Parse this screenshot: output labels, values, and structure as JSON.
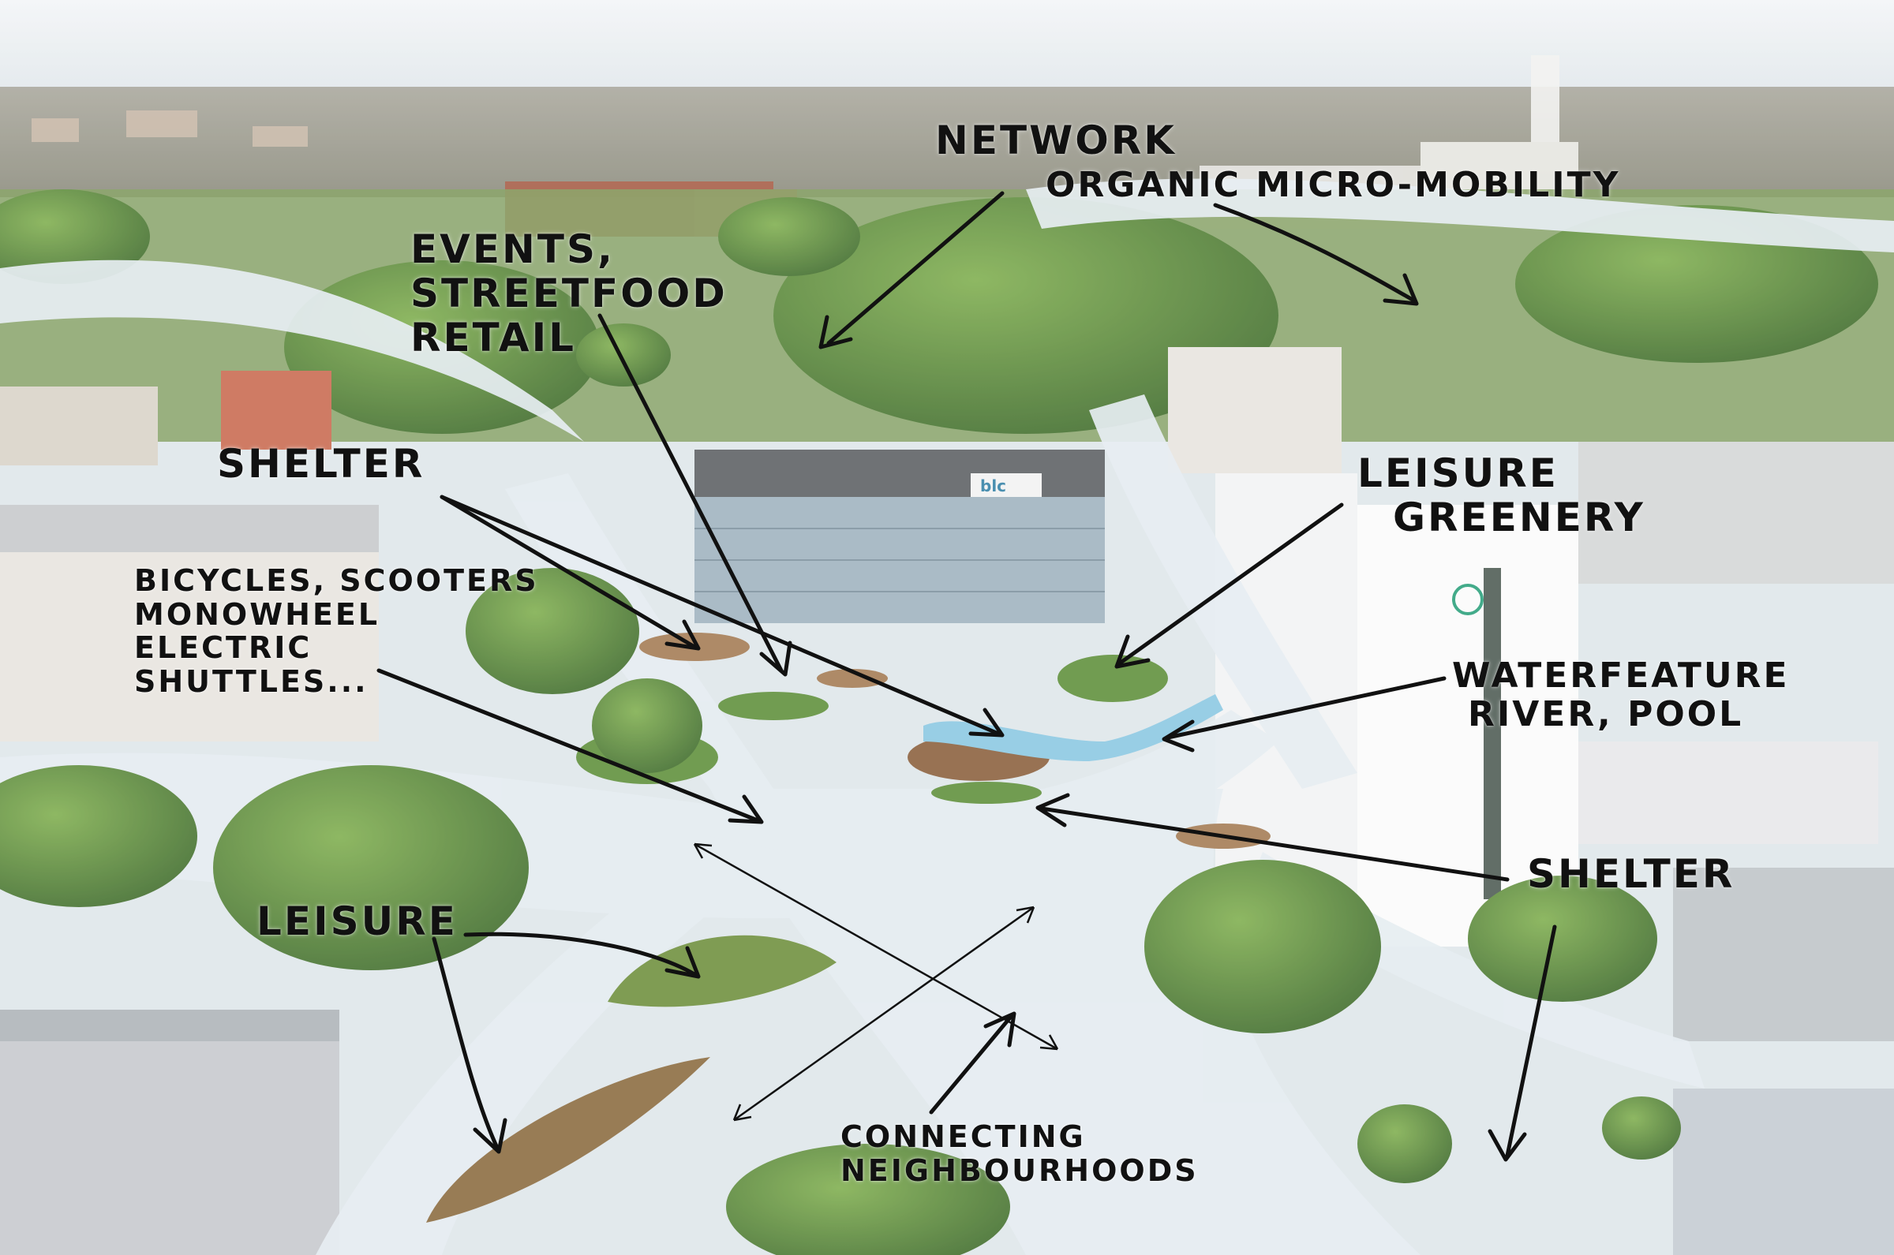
{
  "annotations": {
    "network": [
      "Network",
      "Organic Micro-Mobility"
    ],
    "events": [
      "Events,",
      "Streetfood",
      "Retail"
    ],
    "shelter_left": "Shelter",
    "vehicles": [
      "Bicycles, Scooters",
      "Monowheel",
      "Electric",
      "Shuttles..."
    ],
    "leisure_greenery": [
      "Leisure",
      "Greenery"
    ],
    "water_feature": [
      "Waterfeature",
      "River, Pool"
    ],
    "shelter_right": "Shelter",
    "leisure_left": "Leisure",
    "connecting": [
      "Connecting",
      "Neighbourhoods"
    ]
  },
  "signage": {
    "building_logo": "blc"
  },
  "colors": {
    "sky": "#e9eef2",
    "greenery": "#5e8f3a",
    "pathway": "#e4ecf1",
    "water": "#8ac8e2",
    "ink": "#111111"
  }
}
